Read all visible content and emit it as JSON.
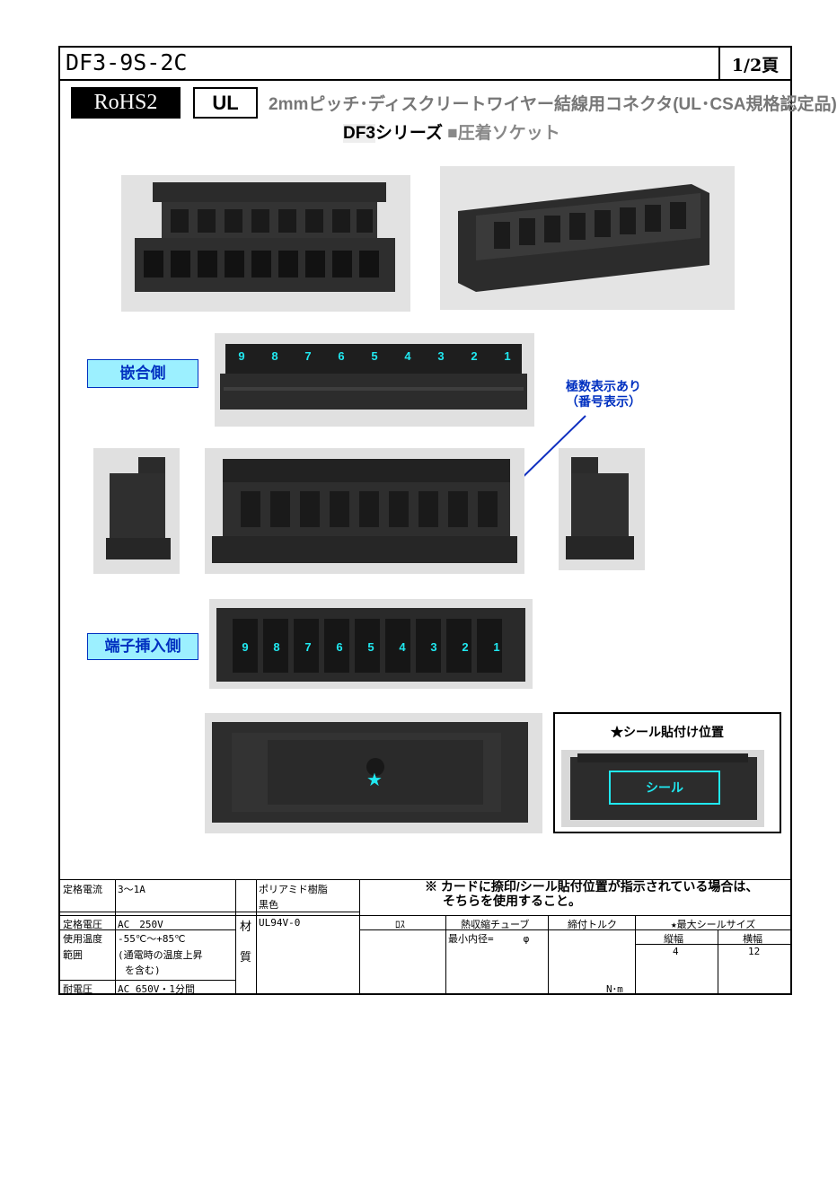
{
  "header": {
    "part_number": "DF3-9S-2C",
    "page": "1/2頁"
  },
  "badges": {
    "rohs": "RoHS2",
    "ul": "UL"
  },
  "title": {
    "main": "2mmピッチ･ディスクリートワイヤー結線用コネクタ(UL･CSA規格認定品)",
    "series_code": "DF3",
    "series_word": "シリーズ",
    "product": "■圧着ソケット"
  },
  "pin_numbers": [
    "9",
    "8",
    "7",
    "6",
    "5",
    "4",
    "3",
    "2",
    "1"
  ],
  "labels": {
    "mating_side": "嵌合側",
    "terminal_side": "端子挿入側",
    "callout_line1": "極数表示あり",
    "callout_line2": "（番号表示）",
    "seal_position_title": "★シール貼付け位置",
    "seal": "シール",
    "star": "★"
  },
  "colors": {
    "label_bg": "#9cf0ff",
    "label_text": "#0030c0",
    "pin_number": "#20e8f0",
    "connector_body": "#2a2a2a",
    "photo_bg": "#d9d9d9"
  },
  "specs": {
    "rated_current_label": "定格電流",
    "rated_current": "3～1A",
    "rated_voltage_label": "定格電圧",
    "rated_voltage": "AC　250V",
    "temp_label_1": "使用温度",
    "temp_label_2": "範囲",
    "temp_value_1": "-55℃～+85℃",
    "temp_value_2": "(通電時の温度上昇",
    "temp_value_3": "を含む)",
    "withstand_label": "耐電圧",
    "withstand_value": "AC 650V・1分間",
    "material_label_1": "材",
    "material_label_2": "質",
    "material_1": "ポリアミド樹脂",
    "material_2": "黒色",
    "material_3": "UL94V-0",
    "note_line1": "※ カードに捺印/シール貼付位置が指示されている場合は、",
    "note_line2": "そちらを使用すること。",
    "col_hole": "ﾛｽ",
    "col_tube": "熱収縮チューブ",
    "col_torque": "締付トルク",
    "col_maxseal": "★最大シールサイズ",
    "tube_min": "最小内径=　　　φ",
    "torque_unit": "N･m",
    "col_height": "縦幅",
    "col_width": "横幅",
    "height_value": "4",
    "width_value": "12"
  }
}
